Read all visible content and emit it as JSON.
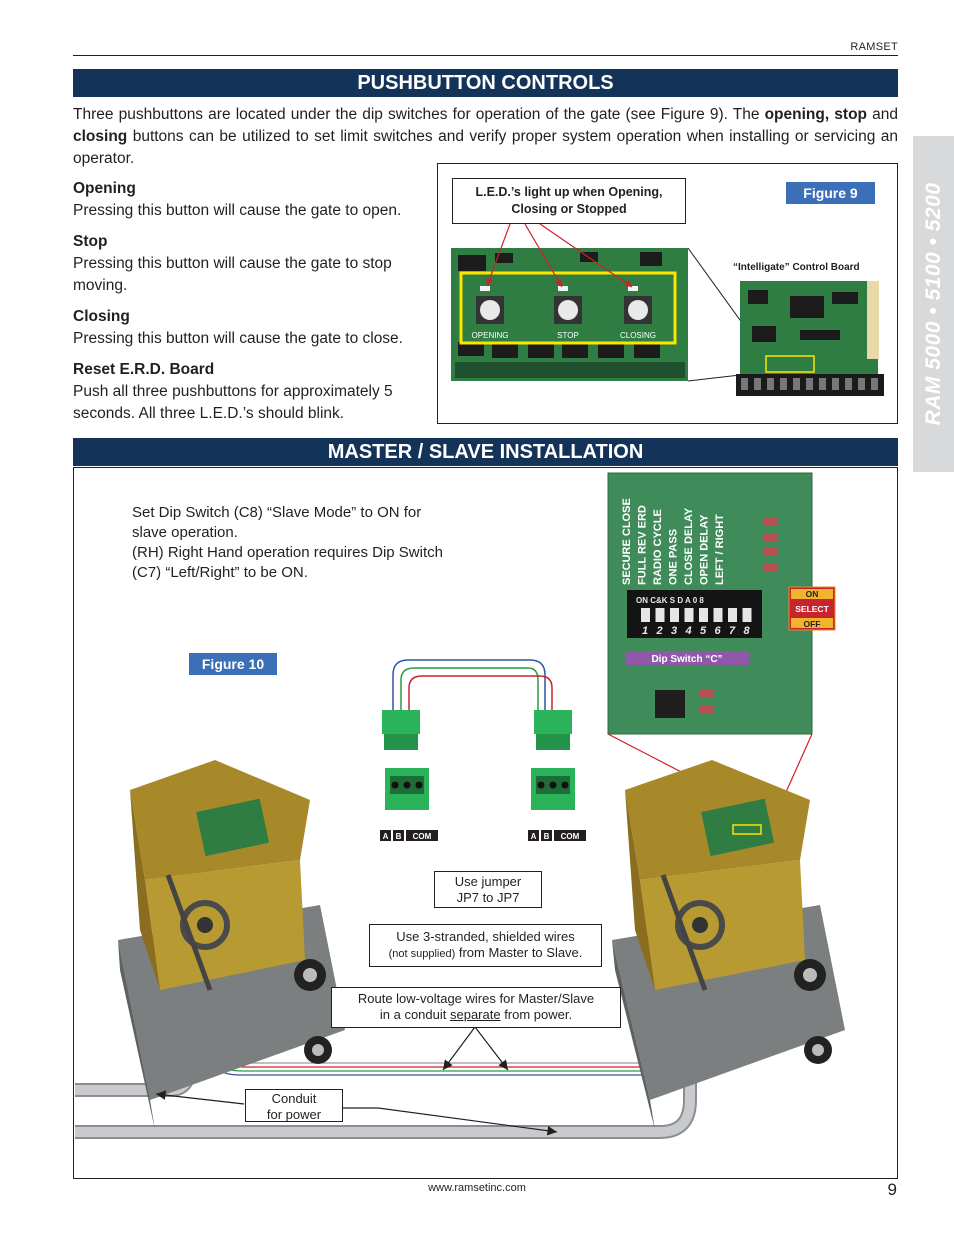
{
  "header": {
    "brand": "RAMSET"
  },
  "side_tab": {
    "text": "RAM 5000 • 5100 • 5200"
  },
  "pushbutton": {
    "title": "PUSHBUTTON CONTROLS",
    "intro_a": "Three pushbuttons are located under the dip switches for operation of the gate (see Figure 9). The ",
    "intro_b1": "opening, stop",
    "intro_and": " and ",
    "intro_b2": "closing",
    "intro_c": " buttons can be utilized to set limit switches and verify proper system operation when installing or servicing an operator.",
    "items": [
      {
        "heading": "Opening",
        "text": "Pressing this button will cause the gate to open."
      },
      {
        "heading": "Stop",
        "text": "Pressing this button will cause the gate to stop moving."
      },
      {
        "heading": "Closing",
        "text": "Pressing this button will cause the gate to close."
      },
      {
        "heading": "Reset E.R.D. Board",
        "text": "Push all three pushbuttons for approximately 5 seconds.  All three L.E.D.’s should blink."
      }
    ]
  },
  "figure9": {
    "label": "Figure 9",
    "led_callout_line1": "L.E.D.’s light up when Opening,",
    "led_callout_line2": "Closing or Stopped",
    "board_caption": "“Intelligate” Control Board",
    "button_labels": [
      "OPENING",
      "STOP",
      "CLOSING"
    ]
  },
  "master_slave": {
    "title": "MASTER / SLAVE INSTALLATION",
    "text_line1": "Set Dip Switch (C8) “Slave Mode” to ON for",
    "text_line2": "slave operation.",
    "text_line3": "(RH) Right Hand operation requires Dip Switch",
    "text_line4": "(C7) “Left/Right” to be ON."
  },
  "figure10": {
    "label": "Figure 10",
    "dip_caption": "Dip Switch “C”",
    "dip_header": "ON      C&K  S D A 0 8",
    "dip_numbers": [
      "1",
      "2",
      "3",
      "4",
      "5",
      "6",
      "7",
      "8"
    ],
    "dip_labels": [
      "SECURE CLOSE",
      "FULL REV ERD",
      "RADIO CYCLE",
      "ONE PASS",
      "CLOSE DELAY",
      "OPEN DELAY",
      "LEFT / RIGHT"
    ],
    "select_on": "ON",
    "select_mid": "SELECT",
    "select_off": "OFF",
    "terminals": [
      "A",
      "B",
      "COM"
    ],
    "jumper_line1": "Use jumper",
    "jumper_line2": "JP7 to JP7",
    "wires_line1": "Use 3-stranded, shielded wires",
    "wires_small": "(not supplied)",
    "wires_line2": " from Master to Slave.",
    "route_line1": "Route low-voltage wires for Master/Slave",
    "route_line2a": "in a conduit ",
    "route_line2b": "separate",
    "route_line2c": " from power.",
    "conduit_line1": "Conduit",
    "conduit_line2": "for power"
  },
  "footer": {
    "url": "www.ramsetinc.com",
    "page_number": "9"
  },
  "colors": {
    "section_bar": "#133359",
    "figure_label": "#3b70b8",
    "board_green": "#2f7d43",
    "side_tab": "#d8d9da",
    "select_badge": "#c8242b"
  }
}
